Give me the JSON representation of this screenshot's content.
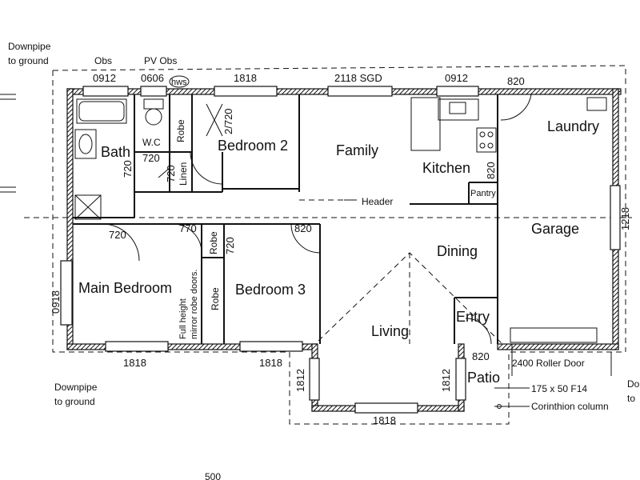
{
  "rooms": {
    "bath": "Bath",
    "wc": "W.C",
    "robe": "Robe",
    "bedroom2": "Bedroom 2",
    "family": "Family",
    "kitchen": "Kitchen",
    "laundry": "Laundry",
    "linen": "Linen",
    "pantry": "Pantry",
    "garage": "Garage",
    "main_bedroom": "Main Bedroom",
    "robe2": "Robe",
    "robe3": "Robe",
    "bedroom3": "Bedroom 3",
    "dining": "Dining",
    "living": "Living",
    "entry": "Entry",
    "patio": "Patio"
  },
  "annotations": {
    "downpipe_top": [
      "Downpipe",
      "to ground"
    ],
    "downpipe_bottom": [
      "Downpipe",
      "to ground"
    ],
    "downpipe_right": [
      "Do",
      "to"
    ],
    "obs": "Obs",
    "pv_obs": "PV Obs",
    "hws": "hws",
    "header": "Header",
    "roller_door": "2400 Roller Door",
    "beam": "175 x 50 F14",
    "column": "Corinthion column",
    "mirror_doors": [
      "Full height",
      "mirror robe doors."
    ],
    "page_number": "500"
  },
  "dimensions": {
    "top_0912_a": "0912",
    "top_0606": "0606",
    "top_1818": "1818",
    "top_2118": "2118 SGD",
    "top_0912_b": "0912",
    "top_820": "820",
    "wc_720": "720",
    "bath_720": "720",
    "bed2_door": "2/720",
    "linen_720": "720",
    "kitchen_820": "820",
    "garage_1218": "1218",
    "main_720": "720",
    "d770": "770",
    "robe_720": "720",
    "bed3_820": "820",
    "left_0918": "0918",
    "bottom_1818_a": "1818",
    "bottom_1818_b": "1818",
    "living_1812_left": "1812",
    "living_1812_right": "1812",
    "bottom_1818_c": "1818",
    "patio_820": "820"
  }
}
